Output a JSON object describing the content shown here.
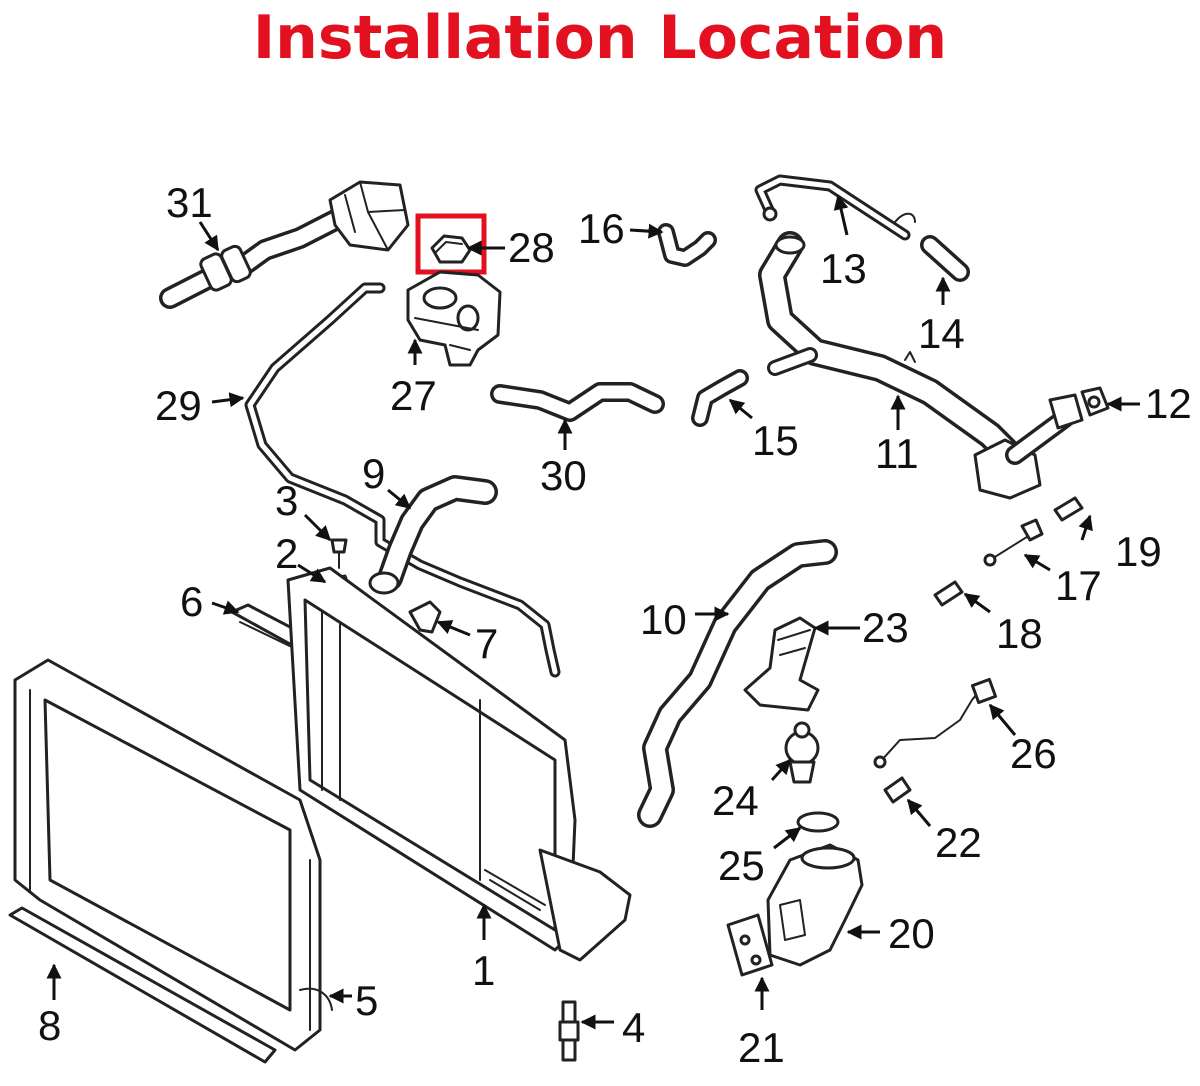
{
  "title": "Installation Location",
  "colors": {
    "title": "#e3101f",
    "highlight": "#e3101f",
    "ink": "#222222"
  },
  "highlighted_part": "28",
  "callouts": {
    "c1": "1",
    "c2": "2",
    "c3": "3",
    "c4": "4",
    "c5": "5",
    "c6": "6",
    "c7": "7",
    "c8": "8",
    "c9": "9",
    "c10": "10",
    "c11": "11",
    "c12": "12",
    "c13": "13",
    "c14": "14",
    "c15": "15",
    "c16": "16",
    "c17": "17",
    "c18": "18",
    "c19": "19",
    "c20": "20",
    "c21": "21",
    "c22": "22",
    "c23": "23",
    "c24": "24",
    "c25": "25",
    "c26": "26",
    "c27": "27",
    "c28": "28",
    "c29": "29",
    "c30": "30",
    "c31": "31"
  }
}
